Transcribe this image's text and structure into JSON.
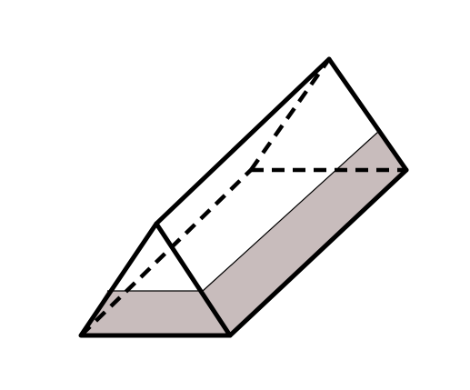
{
  "figure": {
    "type": "triangular-prism",
    "hidden_edges_style": "dashed",
    "liquid_fill": {
      "color": "#c8bcbc",
      "level_fraction_of_triangle_height": 0.375
    }
  }
}
